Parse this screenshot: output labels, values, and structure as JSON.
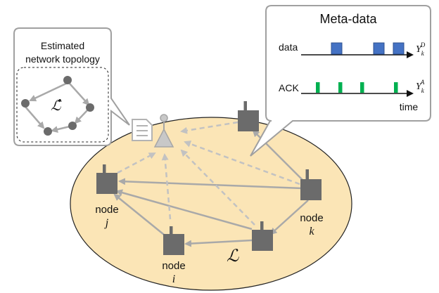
{
  "colors": {
    "region_fill": "#fbe5b6",
    "region_stroke": "#222222",
    "node_fill": "#6b6b6b",
    "link_gray": "#a9a9a9",
    "dashed_gray": "#c2c2c2",
    "data_blue": "#4472c4",
    "ack_green": "#00b050",
    "callout_stroke": "#a0a0a0"
  },
  "network": {
    "region_label": "ℒ",
    "nodes": {
      "j": {
        "word": "node",
        "letter": "j"
      },
      "i": {
        "word": "node",
        "letter": "i"
      },
      "k": {
        "word": "node",
        "letter": "k"
      }
    },
    "monitor_icons": [
      "document-icon",
      "antenna-icon"
    ]
  },
  "estimated": {
    "title_line1": "Estimated",
    "title_line2": "network topology",
    "estimate_label": "ℒ̂"
  },
  "metadata": {
    "title": "Meta-data",
    "data_label": "data",
    "ack_label": "ACK",
    "data_sym": "Y",
    "data_sub": "k",
    "data_sup": "D",
    "ack_sym": "Y",
    "ack_sub": "k",
    "ack_sup": "A",
    "time_label": "time"
  }
}
